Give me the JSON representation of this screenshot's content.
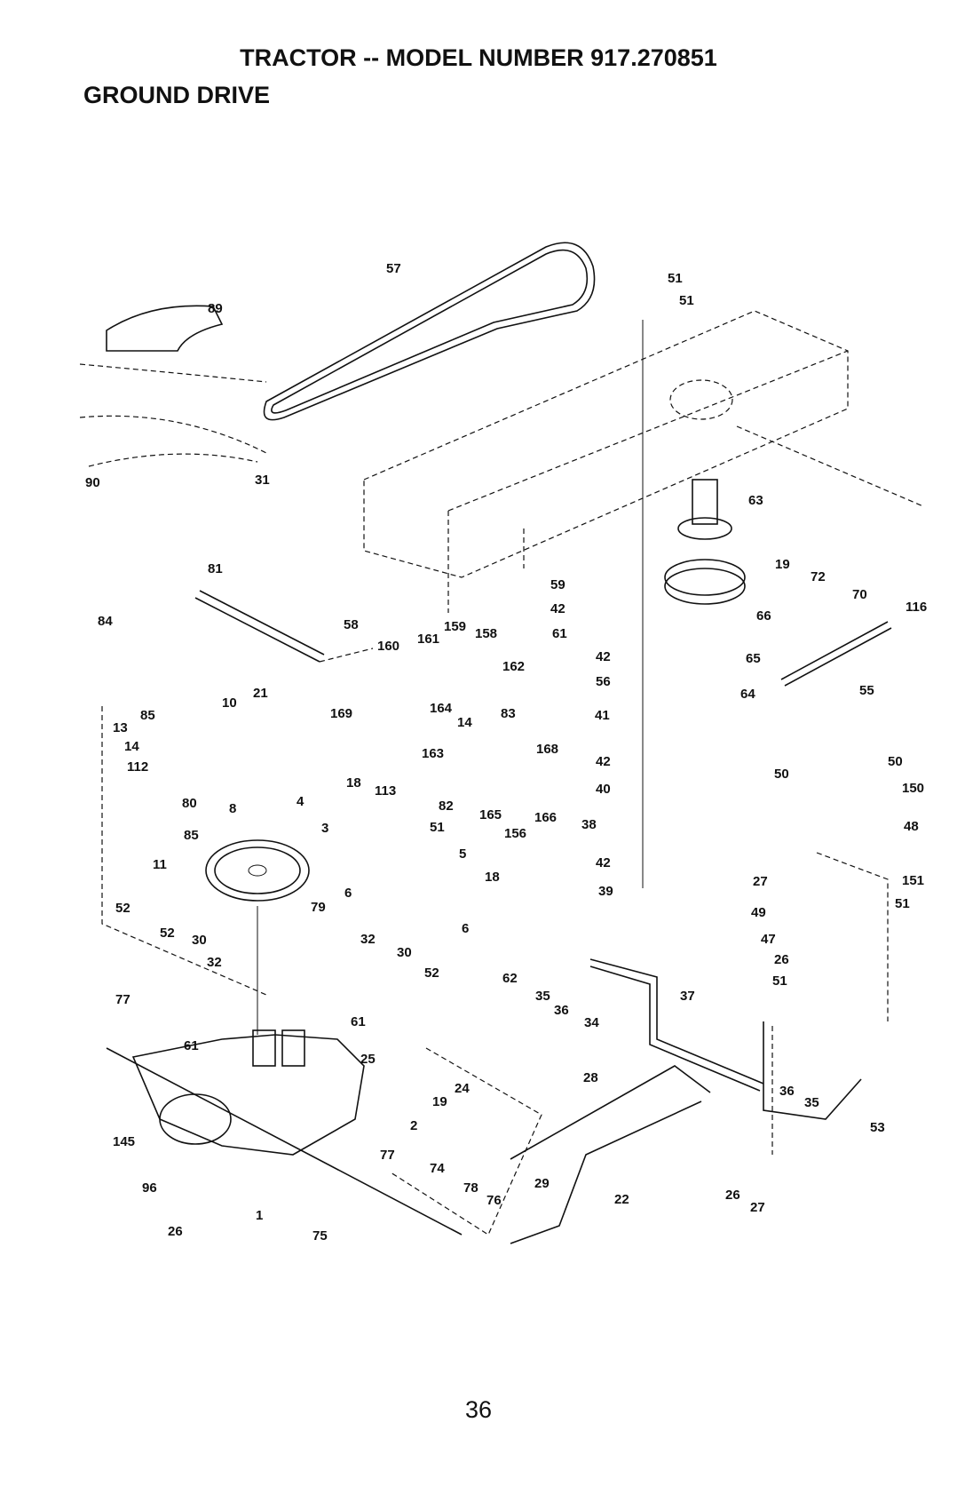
{
  "header": {
    "title": "TRACTOR -- MODEL NUMBER 917.270851",
    "section": "GROUND DRIVE"
  },
  "footer": {
    "page_number": "36"
  },
  "callouts": [
    "57",
    "51",
    "51",
    "89",
    "90",
    "31",
    "81",
    "58",
    "63",
    "19",
    "72",
    "70",
    "116",
    "59",
    "42",
    "61",
    "66",
    "84",
    "160",
    "161",
    "159",
    "158",
    "162",
    "42",
    "56",
    "65",
    "64",
    "55",
    "21",
    "85",
    "169",
    "13",
    "14",
    "112",
    "80",
    "85",
    "10",
    "164",
    "14",
    "83",
    "163",
    "168",
    "41",
    "42",
    "40",
    "50",
    "50",
    "150",
    "48",
    "8",
    "4",
    "18",
    "113",
    "82",
    "165",
    "156",
    "166",
    "38",
    "3",
    "51",
    "5",
    "11",
    "18",
    "42",
    "39",
    "27",
    "151",
    "51",
    "52",
    "6",
    "79",
    "49",
    "6",
    "47",
    "26",
    "51",
    "52",
    "30",
    "32",
    "32",
    "30",
    "52",
    "62",
    "35",
    "36",
    "34",
    "37",
    "77",
    "61",
    "61",
    "25",
    "24",
    "19",
    "28",
    "36",
    "35",
    "2",
    "53",
    "145",
    "77",
    "74",
    "96",
    "78",
    "76",
    "29",
    "22",
    "26",
    "27",
    "26",
    "75",
    "1"
  ]
}
